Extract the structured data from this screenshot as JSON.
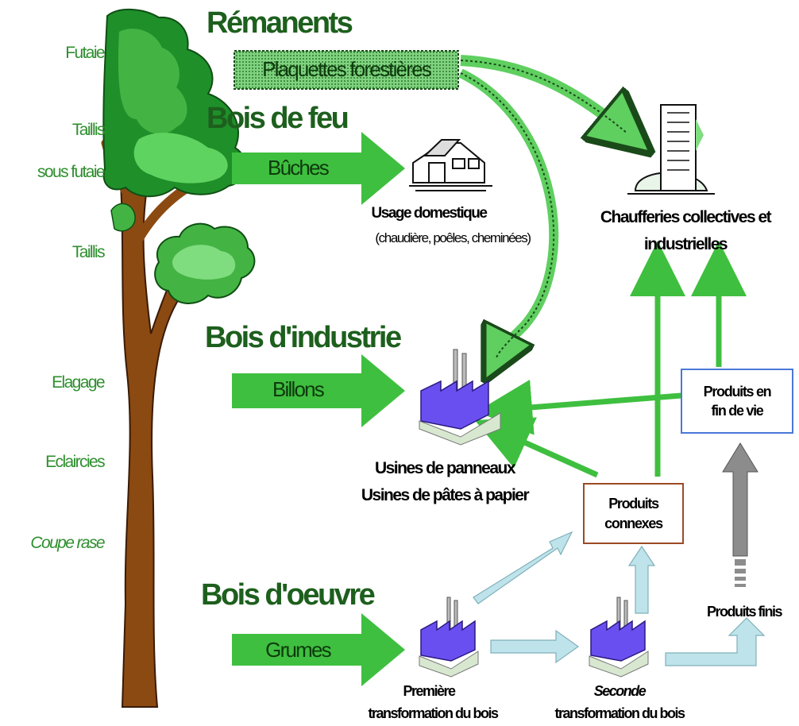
{
  "tree_levels": [
    "Futaie",
    "Taillis",
    "sous futaie",
    "Taillis",
    "Elagage",
    "Eclaircies",
    "Coupe rase"
  ],
  "categories": {
    "remanents": "Rémanents",
    "bois_feu": "Bois de feu",
    "bois_industrie": "Bois d'industrie",
    "bois_oeuvre": "Bois d'oeuvre"
  },
  "flows": {
    "plaquettes": "Plaquettes forestières",
    "buches": "Bûches",
    "billons": "Billons",
    "grumes": "Grumes"
  },
  "destinations": {
    "usage_title": "Usage domestique",
    "usage_detail": "(chaudière, poêles, cheminées)",
    "chaufferies_line1": "Chaufferies collectives et",
    "chaufferies_line2": "industrielles",
    "usines_line1": "Usines de panneaux",
    "usines_line2": "Usines de pâtes à papier",
    "premiere_line1": "Première",
    "premiere_line2": "transformation du bois",
    "seconde_line1": "Seconde",
    "seconde_line2": "transformation du bois"
  },
  "boxes": {
    "fin_de_vie_line1": "Produits en",
    "fin_de_vie_line2": "fin de vie",
    "connexes_line1": "Produits",
    "connexes_line2": "connexes",
    "finis": "Produits finis"
  },
  "colors": {
    "arrow_green": "#3fbf3f",
    "label_green": "#2f8f2f",
    "trunk_brown": "#8b4a12",
    "foliage_dark": "#1f8f2a",
    "foliage_light": "#5fd35f",
    "factory_purple": "#6a4ff0",
    "light_blue_arrow": "#bfe3ea",
    "grey_arrow": "#8c8c8c",
    "box_blue_border": "#4a78d8",
    "box_brown_border": "#9b4a26"
  },
  "icons": [
    "house-icon",
    "building-icon",
    "factory-icon"
  ]
}
